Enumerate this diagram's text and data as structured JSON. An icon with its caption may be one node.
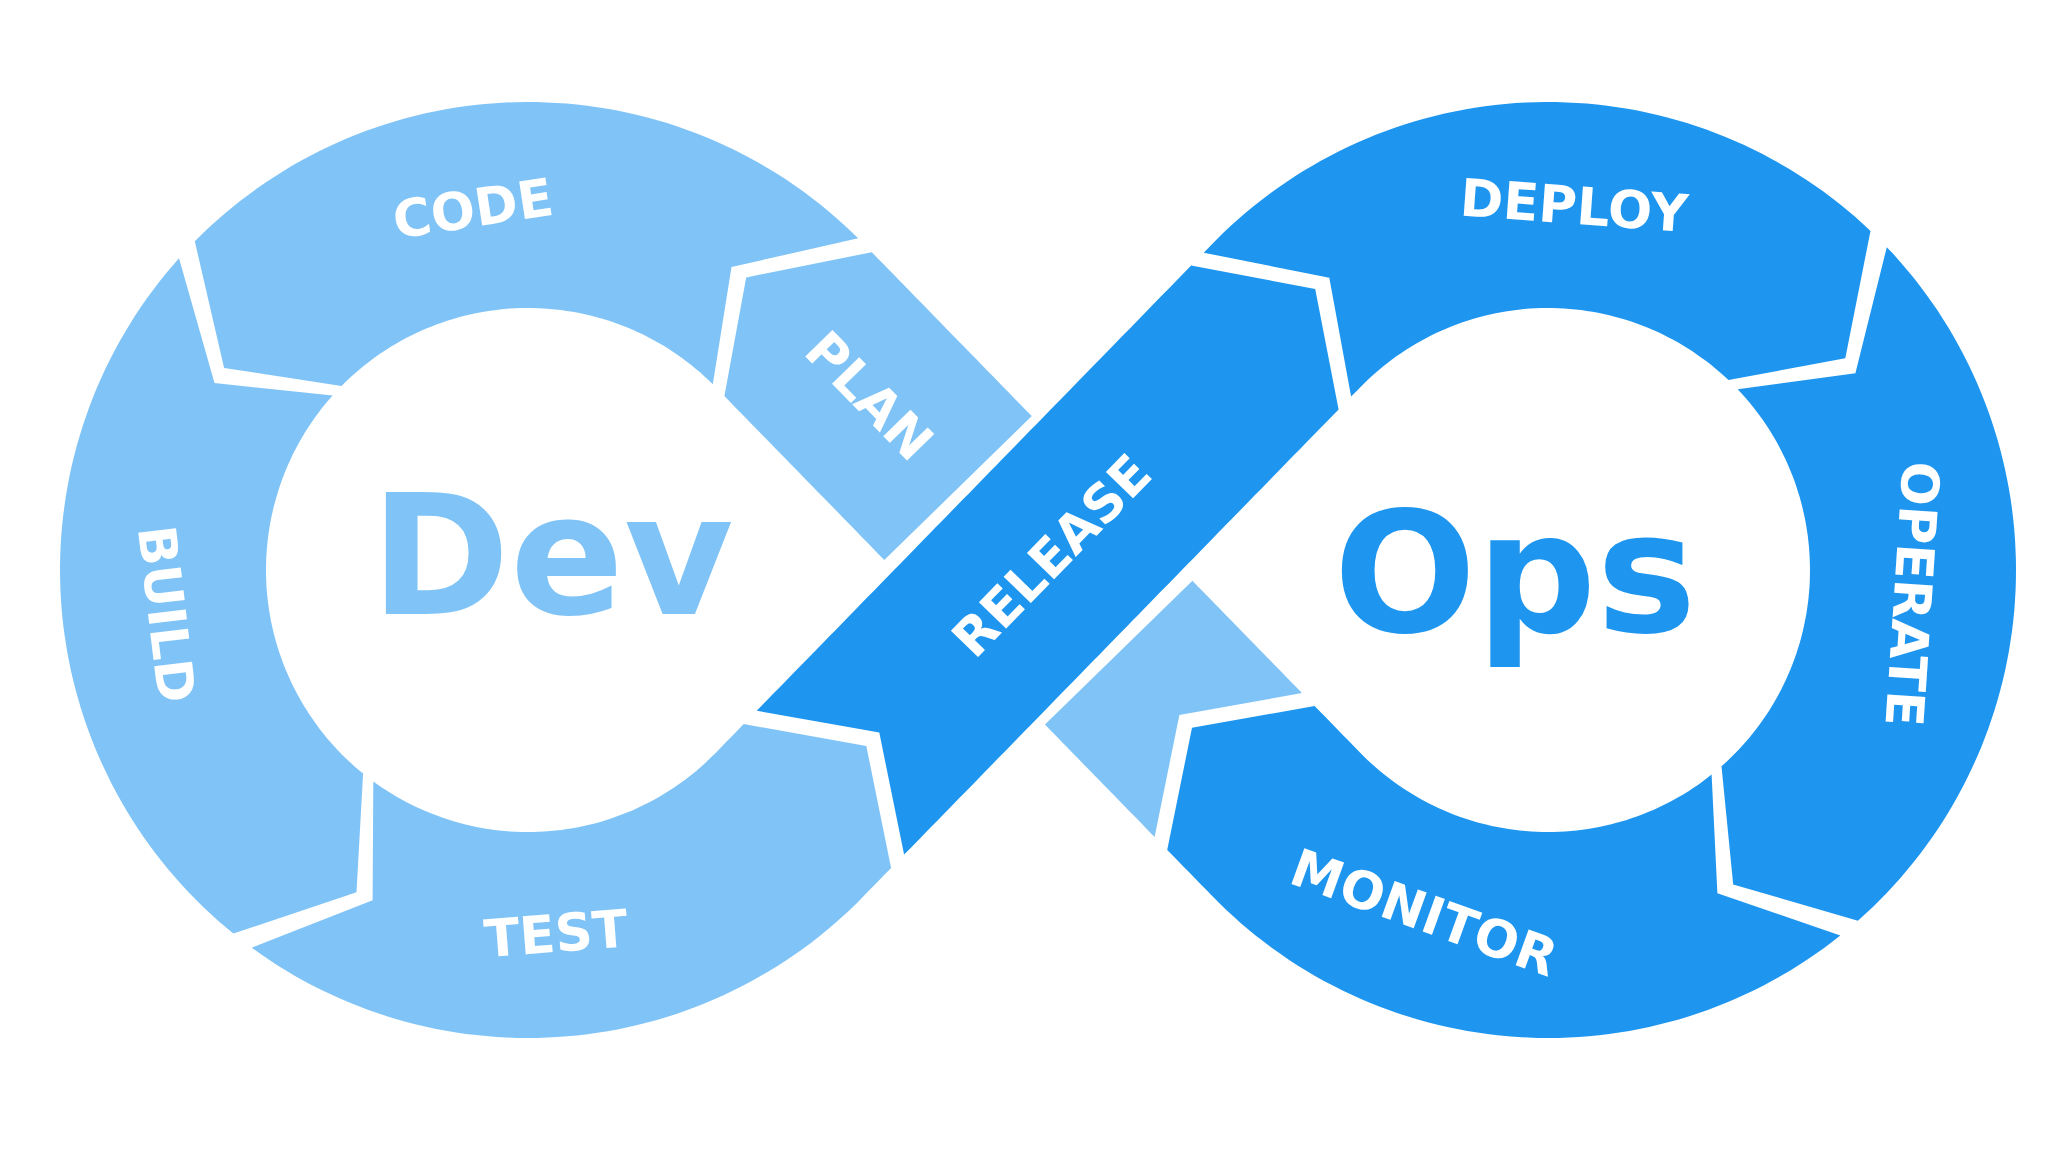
{
  "diagram": {
    "nodes": [
      {
        "text": [
          "PLAN"
        ]
      },
      {
        "text": [
          "CODE"
        ]
      },
      {
        "text": [
          "BUILD"
        ]
      },
      {
        "text": [
          "TEST"
        ]
      },
      {
        "text": [
          "RELEASE"
        ]
      },
      {
        "text": [
          "DEPLOY"
        ]
      },
      {
        "text": [
          "OPERATE"
        ]
      },
      {
        "text": [
          "MONITOR"
        ]
      },
      {
        "text": [],
        "shape": "bar"
      }
    ],
    "labels": [
      "Dev",
      "Ops"
    ]
  }
}
